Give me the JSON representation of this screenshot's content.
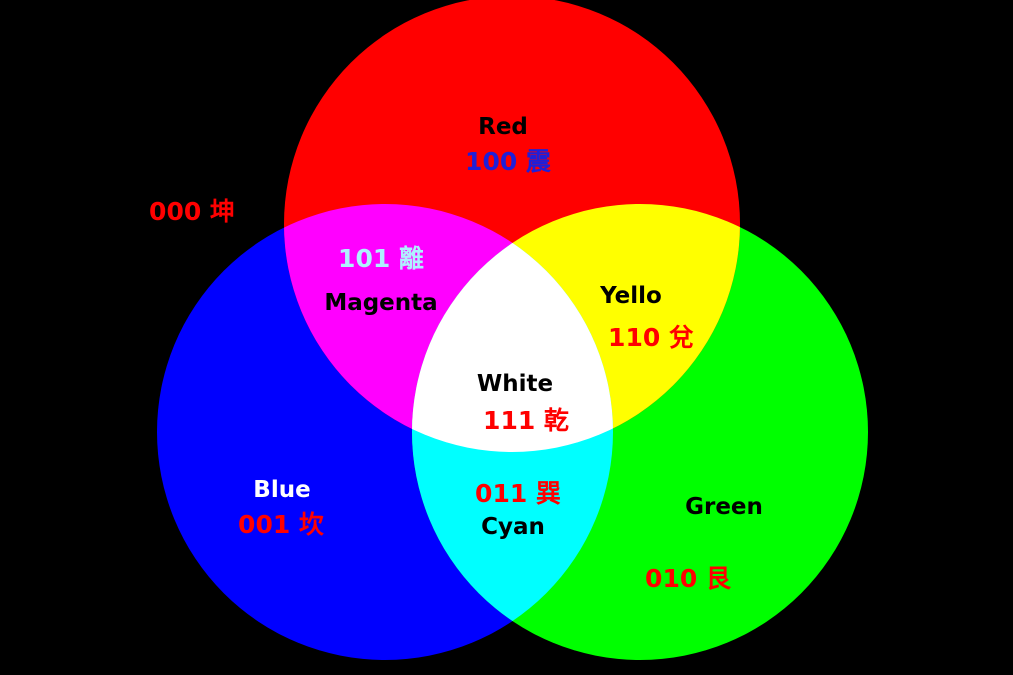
{
  "background_color": "#000000",
  "circles": {
    "red": {
      "color": "#ff0000",
      "name": "Red",
      "code": "100 震",
      "name_color": "#000000",
      "code_color": "#1f1fd8"
    },
    "blue": {
      "color": "#0000ff",
      "name": "Blue",
      "code": "001 坎",
      "name_color": "#ffffff",
      "code_color": "#ff0000"
    },
    "green": {
      "color": "#00ff00",
      "name": "Green",
      "code": "010 艮",
      "name_color": "#000000",
      "code_color": "#ff0000"
    }
  },
  "overlaps": {
    "magenta": {
      "color": "#ff00ff",
      "name": "Magenta",
      "code": "101 離",
      "name_color": "#000000",
      "code_color": "#aff0ff"
    },
    "yellow": {
      "color": "#ffff00",
      "name": "Yello",
      "code": "110 兌",
      "name_color": "#000000",
      "code_color": "#ff0000"
    },
    "cyan": {
      "color": "#00ffff",
      "name": "Cyan",
      "code": "011 巽",
      "name_color": "#000000",
      "code_color": "#ff0000"
    },
    "white": {
      "color": "#ffffff",
      "name": "White",
      "code": "111 乾",
      "name_color": "#000000",
      "code_color": "#ff0000"
    }
  },
  "outside": {
    "code": "000 坤",
    "code_color": "#ff0000"
  }
}
